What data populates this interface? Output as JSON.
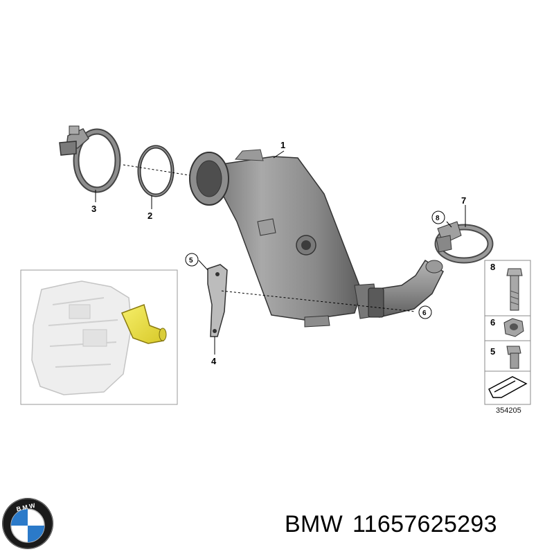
{
  "callouts": {
    "c1": "1",
    "c2": "2",
    "c3": "3",
    "c4": "4",
    "c5": "5",
    "c6": "6",
    "c7": "7",
    "c8": "8"
  },
  "legend": {
    "r8": "8",
    "r6": "6",
    "r5": "5",
    "ref": "354205"
  },
  "logo": {
    "text": "BMW",
    "ring_color": "#1a1a1a",
    "blue": "#2b7ac9"
  },
  "caption": {
    "brand": "BMW",
    "part_number": "11657625293"
  }
}
